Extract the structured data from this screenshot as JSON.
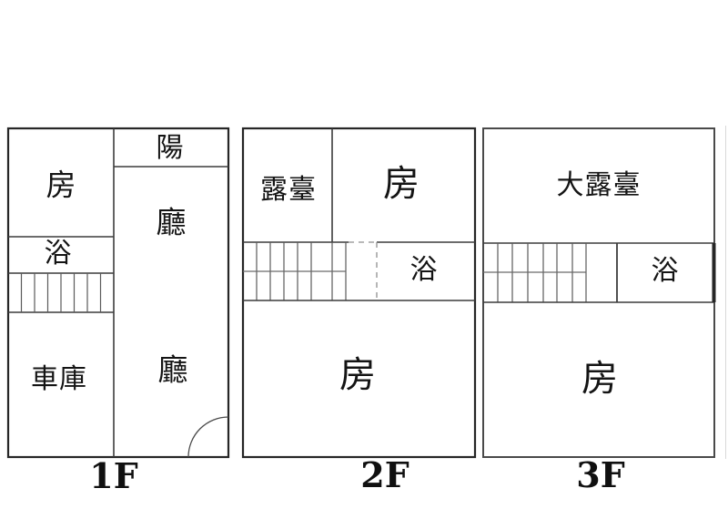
{
  "floors": [
    {
      "label": "1F",
      "rooms": {
        "bedroom": "房",
        "balcony": "陽",
        "living_upper": "廳",
        "bath": "浴",
        "garage": "車庫",
        "living_lower": "廳"
      }
    },
    {
      "label": "2F",
      "rooms": {
        "terrace": "露臺",
        "bedroom_upper": "房",
        "bath": "浴",
        "bedroom_lower": "房"
      }
    },
    {
      "label": "3F",
      "rooms": {
        "terrace": "大露臺",
        "bath": "浴",
        "bedroom": "房"
      }
    }
  ],
  "colors": {
    "wall": "#2a2a2a",
    "inner_line": "#3c3c3c",
    "tread_line": "#5a5a5a",
    "dashed_line": "#8f8f8f",
    "text": "#141414"
  }
}
